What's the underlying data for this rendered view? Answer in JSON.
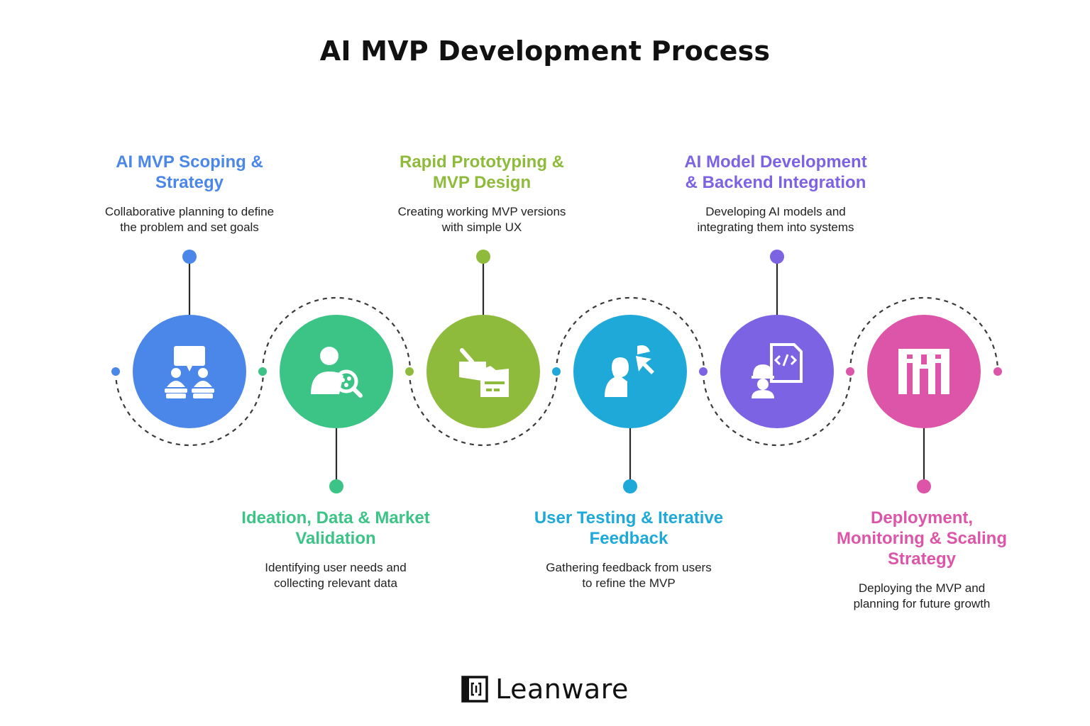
{
  "title": "AI MVP Development Process",
  "steps": [
    {
      "title_line1": "AI MVP Scoping &",
      "title_line2": "Strategy",
      "title_line3": "",
      "desc_line1": "Collaborative planning to define",
      "desc_line2": "the problem and set goals",
      "color": "#4a87e8",
      "icon": "presentation-audience-icon",
      "label_position": "top"
    },
    {
      "title_line1": "Ideation, Data & Market",
      "title_line2": "Validation",
      "title_line3": "",
      "desc_line1": "Identifying user needs and",
      "desc_line2": "collecting relevant data",
      "color": "#3cc486",
      "icon": "user-search-icon",
      "label_position": "bottom"
    },
    {
      "title_line1": "Rapid Prototyping &",
      "title_line2": "MVP Design",
      "title_line3": "",
      "desc_line1": "Creating working MVP versions",
      "desc_line2": "with simple UX",
      "color": "#8fbb3c",
      "icon": "prototype-box-icon",
      "label_position": "top"
    },
    {
      "title_line1": "User Testing & Iterative",
      "title_line2": "Feedback",
      "title_line3": "",
      "desc_line1": "Gathering feedback from users",
      "desc_line2": "to refine the MVP",
      "color": "#1ea9d8",
      "icon": "user-pointer-icon",
      "label_position": "bottom"
    },
    {
      "title_line1": "AI Model Development",
      "title_line2": "& Backend Integration",
      "title_line3": "",
      "desc_line1": "Developing AI models and",
      "desc_line2": "integrating them into systems",
      "color": "#7b63e3",
      "icon": "developer-code-icon",
      "label_position": "top"
    },
    {
      "title_line1": "Deployment,",
      "title_line2": "Monitoring & Scaling",
      "title_line3": "Strategy",
      "desc_line1": "Deploying the MVP and",
      "desc_line2": "planning for future growth",
      "color": "#dd55a8",
      "icon": "scaling-bars-icon",
      "label_position": "bottom"
    }
  ],
  "logo": {
    "text": "Leanware",
    "icon": "leanware-logo-icon"
  }
}
